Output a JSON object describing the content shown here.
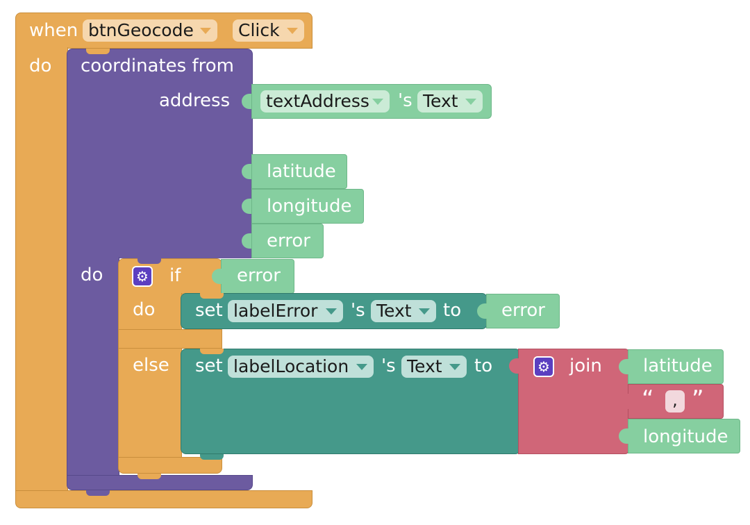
{
  "event_block": {
    "when_label": "when",
    "component": "btnGeocode",
    "event": "Click",
    "do_label": "do"
  },
  "coordinates_block": {
    "title": "coordinates from",
    "address_label": "address",
    "address_component": "textAddress",
    "address_possessive": "'s",
    "address_property": "Text",
    "outputs": [
      "latitude",
      "longitude",
      "error"
    ],
    "do_label": "do"
  },
  "if_block": {
    "if_label": "if",
    "condition": "error",
    "do_label": "do",
    "else_label": "else"
  },
  "set_error_block": {
    "set_label": "set",
    "component": "labelError",
    "possessive": "'s",
    "property": "Text",
    "to_label": "to",
    "value": "error"
  },
  "set_location_block": {
    "set_label": "set",
    "component": "labelLocation",
    "possessive": "'s",
    "property": "Text",
    "to_label": "to"
  },
  "join_block": {
    "label": "join",
    "item1": "latitude",
    "open_quote": "“",
    "separator": ",",
    "close_quote": "”",
    "item3": "longitude"
  },
  "icons": {
    "mutator": "gear-icon",
    "dropdown": "chevron-down-icon"
  },
  "colors": {
    "event_orange": "#E8AA55",
    "procedure_purple": "#6C5BA0",
    "getter_green": "#86CFA0",
    "setter_teal": "#45998A",
    "text_red": "#D06678"
  }
}
